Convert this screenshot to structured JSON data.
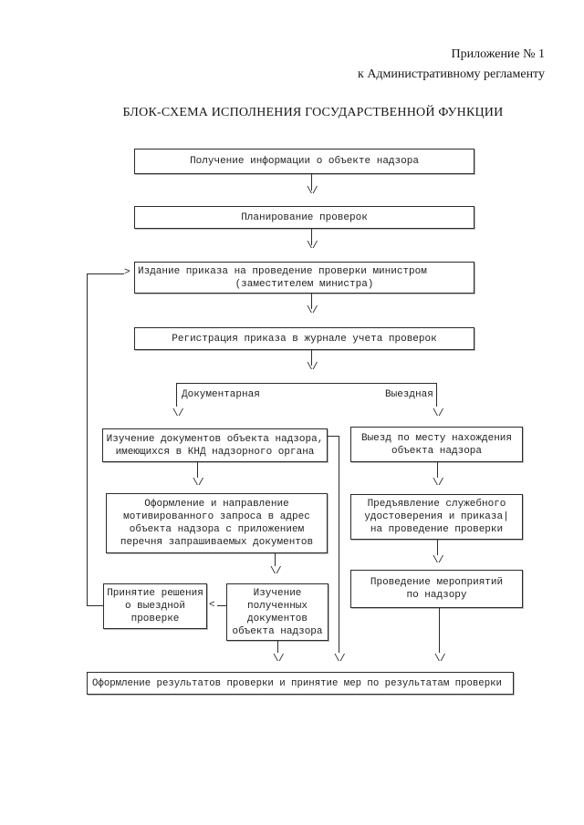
{
  "header": {
    "appendix_line1": "Приложение № 1",
    "appendix_line2": "к Административному регламенту",
    "title": "БЛОК-СХЕМА ИСПОЛНЕНИЯ ГОСУДАРСТВЕННОЙ ФУНКЦИИ"
  },
  "glyphs": {
    "arrow_down": "\\/",
    "arrow_right": ">",
    "arrow_left": "<"
  },
  "branch": {
    "documentary": "Документарная",
    "field": "Выездная"
  },
  "nodes": {
    "receive_info": "Получение информации о объекте надзора",
    "planning": "Планирование проверок",
    "issue_order_line1": "Издание приказа на проведение проверки министром",
    "issue_order_line2": "(заместителем министра)",
    "register_order": "Регистрация приказа в журнале учета проверок",
    "study_docs": "Изучение документов объекта надзора,\nимеющихся в КНД надзорного органа",
    "field_visit": "Выезд по месту нахождения\nобъекта надзора",
    "send_request": "Оформление и направление\nмотивированного запроса в адрес\nобъекта надзора с приложением\nперечня запрашиваемых документов",
    "present_credentials": "Предъявление служебного\nудостоверения и приказа|\nна проведение проверки",
    "supervision_activities": "Проведение мероприятий\nпо надзору",
    "field_decision": "Принятие решения\nо выездной\nпроверке",
    "study_received": "Изучение\nполученных\nдокументов\nобъекта надзора",
    "results": "Оформление результатов проверки и принятие мер по результатам проверки"
  }
}
